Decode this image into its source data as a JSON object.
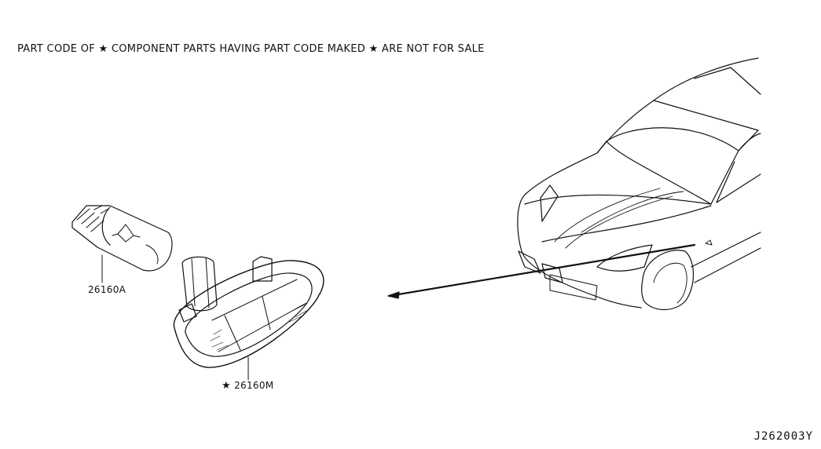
{
  "header_note": {
    "part1": "PART CODE OF",
    "star": "★",
    "part2": "COMPONENT PARTS HAVING PART CODE MAKED",
    "part3": "ARE NOT FOR SALE"
  },
  "parts": [
    {
      "number": "26160A",
      "marker": ""
    },
    {
      "number": "26160M",
      "marker": "★"
    }
  ],
  "diagram_code": "J262003Y",
  "icons": {
    "not-for-sale-marker": "star-icon"
  }
}
